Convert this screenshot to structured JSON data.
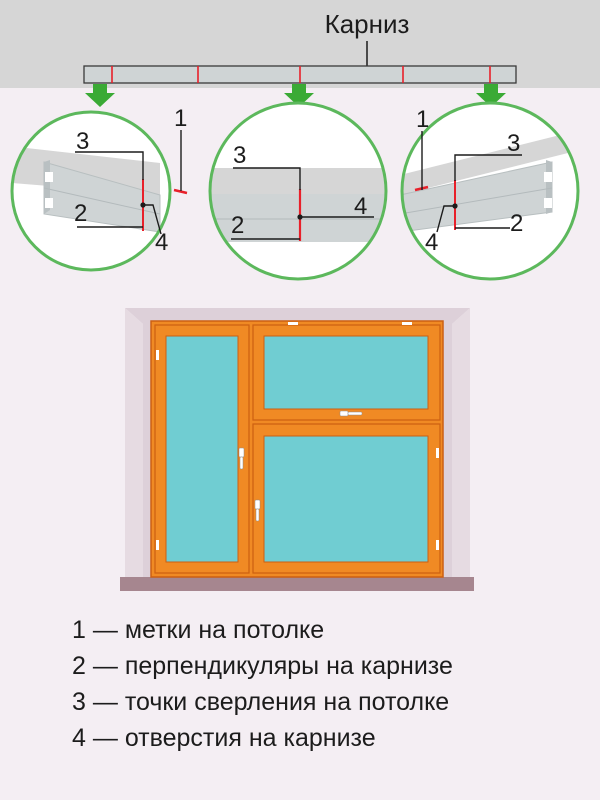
{
  "diagram": {
    "title": "Карниз",
    "callouts": {
      "left": {
        "n1": "1",
        "n2": "2",
        "n3": "3",
        "n4": "4"
      },
      "middle": {
        "n2": "2",
        "n3": "3",
        "n4": "4"
      },
      "right": {
        "n1": "1",
        "n2": "2",
        "n3": "3",
        "n4": "4"
      }
    }
  },
  "legend": [
    {
      "num": "1",
      "dash": "—",
      "text": "метки на потолке"
    },
    {
      "num": "2",
      "dash": "—",
      "text": "перпендикуляры на карнизе"
    },
    {
      "num": "3",
      "dash": "—",
      "text": "точки сверления на потолке"
    },
    {
      "num": "4",
      "dash": "—",
      "text": "отверстия на карнизе"
    }
  ],
  "colors": {
    "ceiling": "#d6d6d6",
    "wall": "#f4eef3",
    "rail": "#cfd4d5",
    "mark_red": "#e8202a",
    "arrow_green": "#3aaa35",
    "circle_green": "#5cb85c",
    "frame_orange": "#f08a24",
    "glass": "#70cdd2",
    "sill": "#a6868f",
    "reveal": "#ddd0d9"
  }
}
